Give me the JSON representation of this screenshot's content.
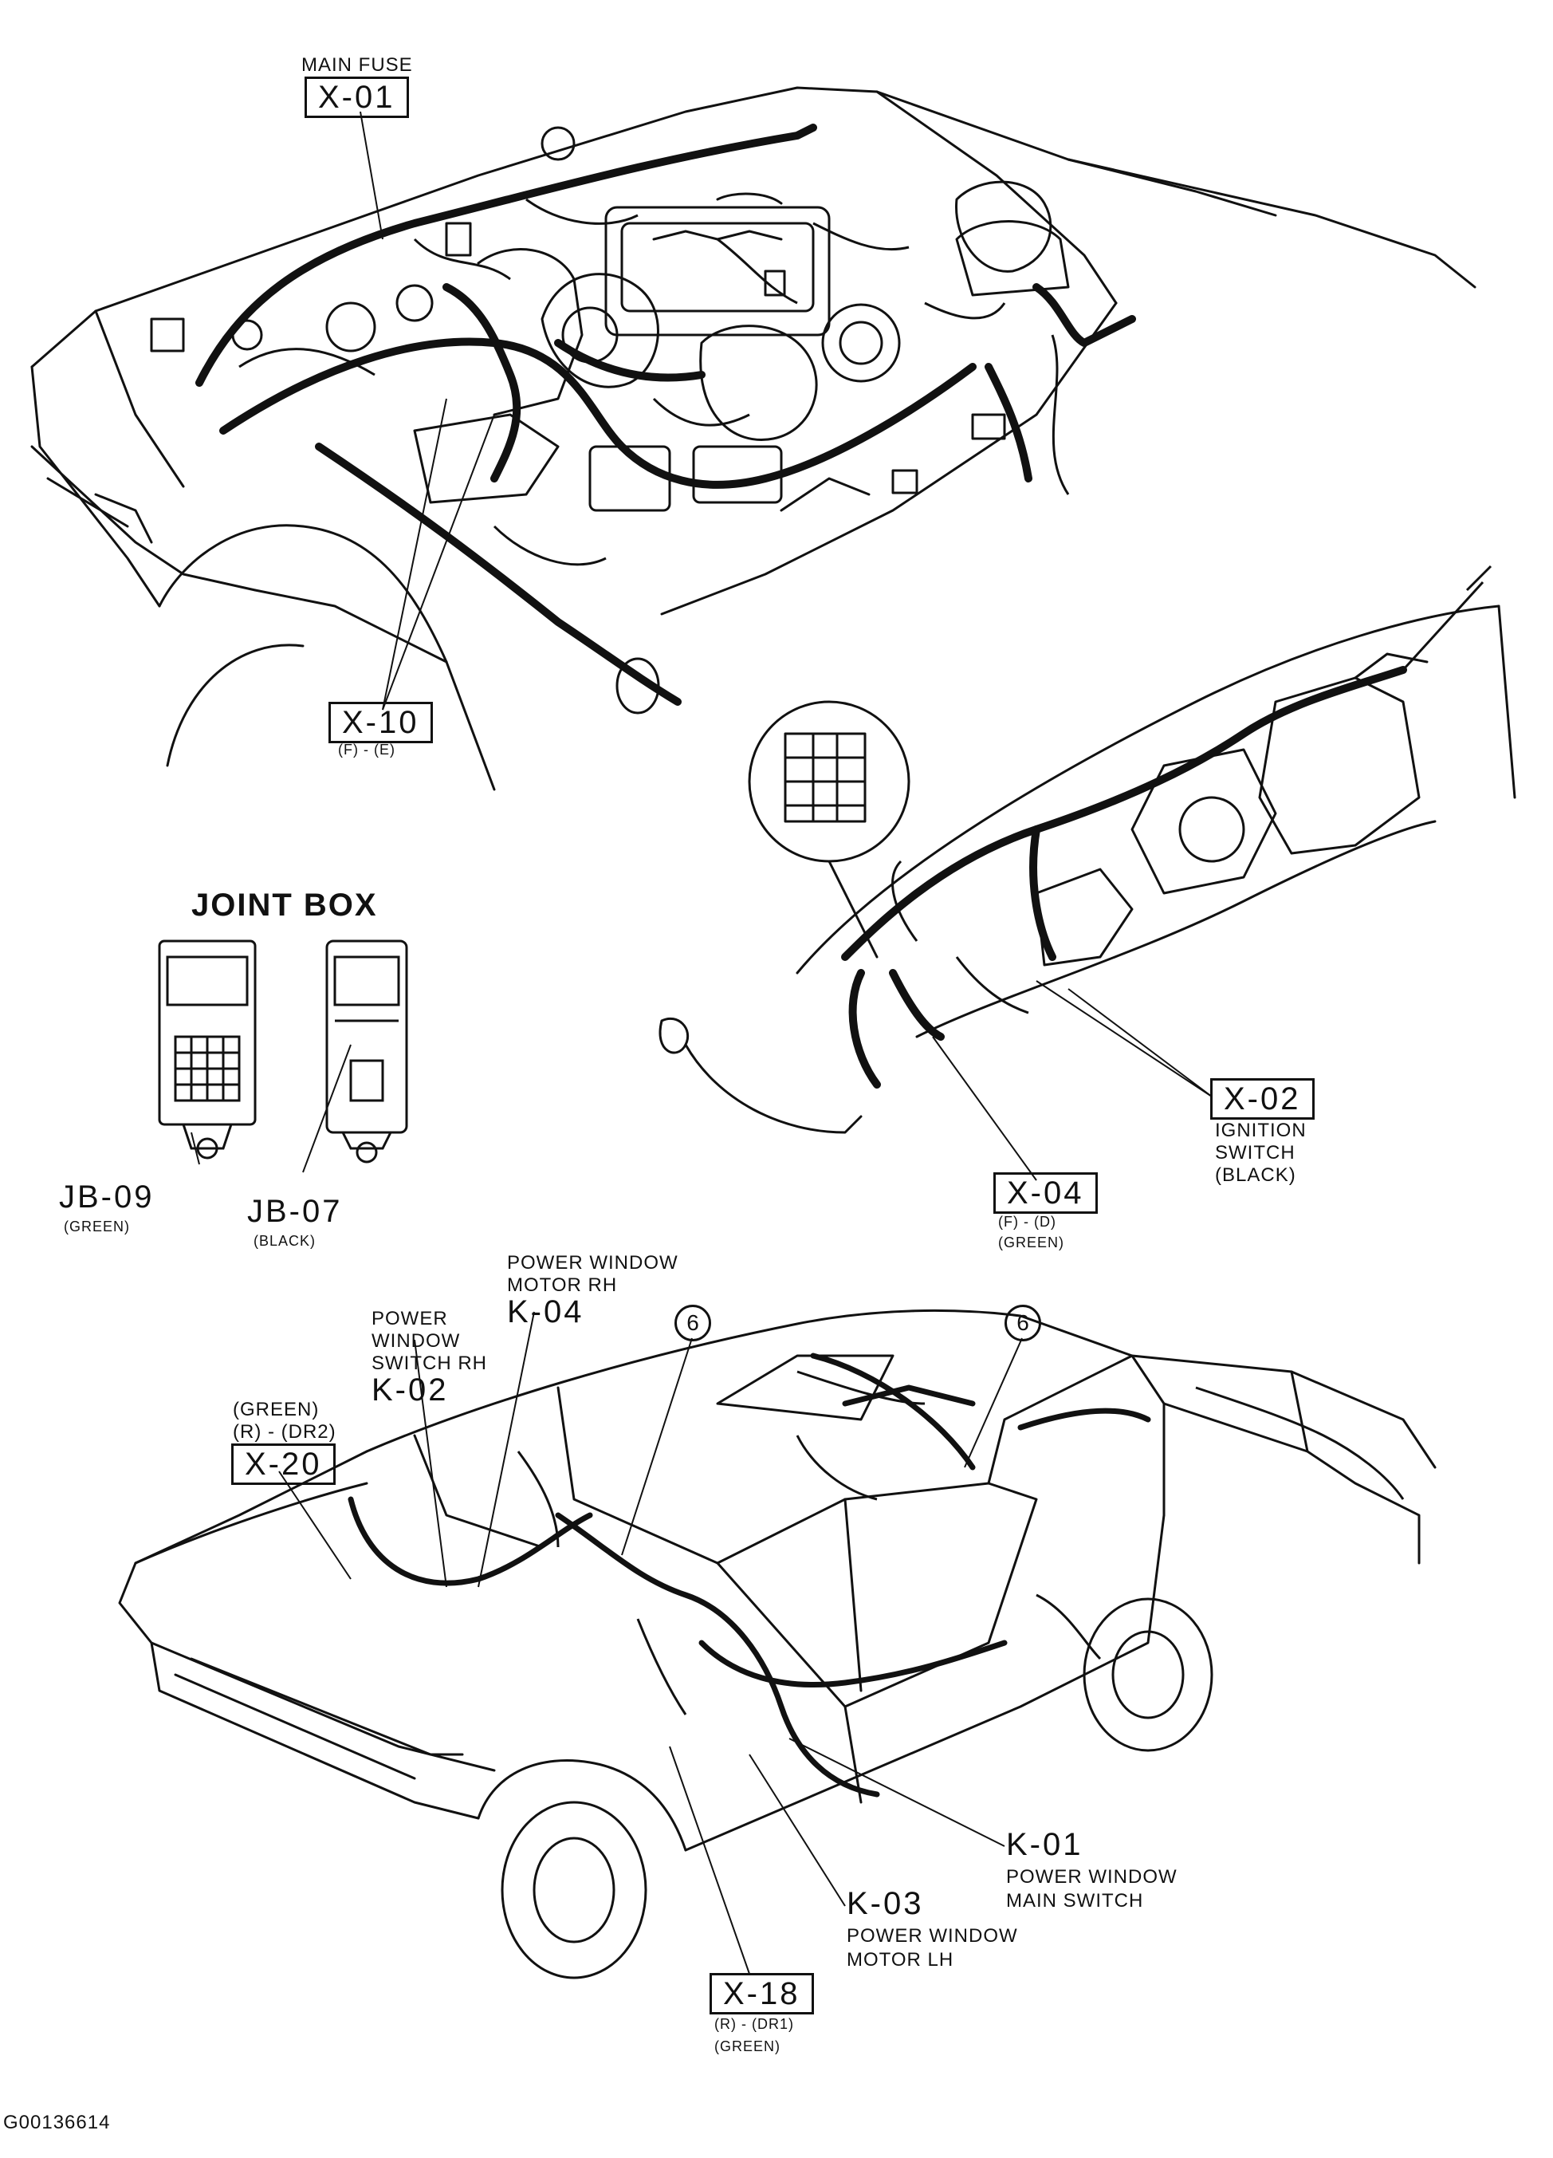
{
  "labels": {
    "x01": {
      "title": "MAIN FUSE",
      "code": "X-01"
    },
    "x10": {
      "code": "X-10",
      "pins": "(F) - (E)"
    },
    "joint_box": {
      "title": "JOINT BOX"
    },
    "jb09": {
      "code": "JB-09",
      "color": "(GREEN)"
    },
    "jb07": {
      "code": "JB-07",
      "color": "(BLACK)"
    },
    "x02": {
      "code": "X-02",
      "line1": "IGNITION",
      "line2": "SWITCH",
      "color": "(BLACK)"
    },
    "x04": {
      "code": "X-04",
      "pins": "(F) - (D)",
      "color": "(GREEN)"
    },
    "k04": {
      "line1": "POWER WINDOW",
      "line2": "MOTOR RH",
      "code": "K-04"
    },
    "k02": {
      "line1": "POWER",
      "line2": "WINDOW",
      "line3": "SWITCH RH",
      "code": "K-02"
    },
    "x20": {
      "color": "(GREEN)",
      "pins": "(R) - (DR2)",
      "code": "X-20"
    },
    "ground_left": "6",
    "ground_right": "6",
    "k01": {
      "code": "K-01",
      "line1": "POWER WINDOW",
      "line2": "MAIN SWITCH"
    },
    "k03": {
      "code": "K-03",
      "line1": "POWER WINDOW",
      "line2": "MOTOR LH"
    },
    "x18": {
      "code": "X-18",
      "pins": "(R) - (DR1)",
      "color": "(GREEN)"
    },
    "figure_id": "G00136614"
  }
}
